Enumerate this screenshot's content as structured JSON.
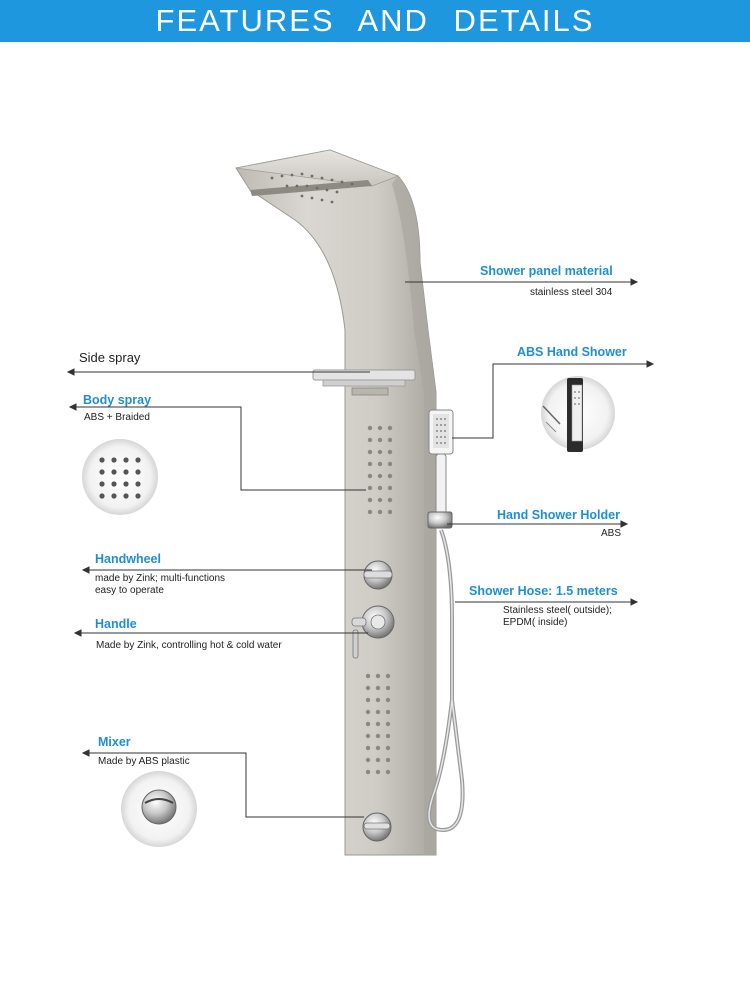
{
  "banner": {
    "title": "FEATURES  AND  DETAILS"
  },
  "colors": {
    "banner": "#1f97de",
    "heading": "#1e8fd5",
    "line": "#333333"
  },
  "features": {
    "panel_material": {
      "title": "Shower panel material",
      "desc": "stainless steel 304"
    },
    "side_spray": {
      "title": "Side spray"
    },
    "body_spray": {
      "title": "Body spray",
      "desc": "ABS + Braided"
    },
    "hand_shower": {
      "title": "ABS Hand Shower"
    },
    "holder": {
      "title": "Hand Shower Holder",
      "desc": "ABS"
    },
    "handwheel": {
      "title": "Handwheel",
      "desc1": "made by Zink;  multi-functions",
      "desc2": "easy to operate"
    },
    "hose": {
      "title": "Shower Hose: 1.5 meters",
      "desc1": "Stainless steel( outside);",
      "desc2": "EPDM( inside)"
    },
    "handle": {
      "title": "Handle",
      "desc": "Made by Zink, controlling hot & cold water"
    },
    "mixer": {
      "title": "Mixer",
      "desc": "Made by ABS plastic"
    }
  }
}
